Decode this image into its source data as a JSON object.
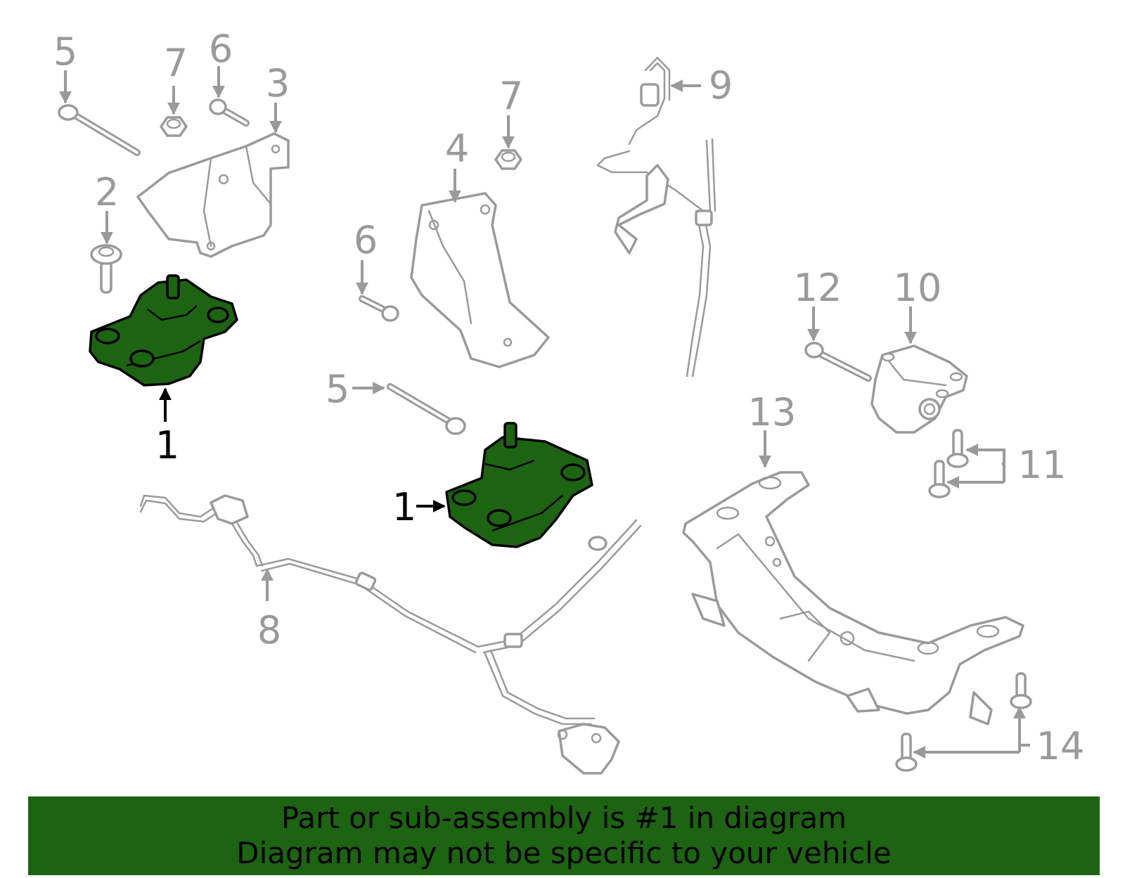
{
  "colors": {
    "highlight": "#1d6412",
    "line": "#9a9a9a",
    "banner": "#1d6412",
    "highlight_label": "#000000"
  },
  "callouts": [
    {
      "id": "c5a",
      "label": "5"
    },
    {
      "id": "c7a",
      "label": "7"
    },
    {
      "id": "c6a",
      "label": "6"
    },
    {
      "id": "c3",
      "label": "3"
    },
    {
      "id": "c2",
      "label": "2"
    },
    {
      "id": "c1a",
      "label": "1",
      "highlighted": true
    },
    {
      "id": "c7b",
      "label": "7"
    },
    {
      "id": "c4",
      "label": "4"
    },
    {
      "id": "c6b",
      "label": "6"
    },
    {
      "id": "c5b",
      "label": "5"
    },
    {
      "id": "c1b",
      "label": "1",
      "highlighted": true
    },
    {
      "id": "c9",
      "label": "9"
    },
    {
      "id": "c12",
      "label": "12"
    },
    {
      "id": "c10",
      "label": "10"
    },
    {
      "id": "c13",
      "label": "13"
    },
    {
      "id": "c11",
      "label": "11"
    },
    {
      "id": "c8",
      "label": "8"
    },
    {
      "id": "c14",
      "label": "14"
    }
  ],
  "banner": {
    "line1": "Part or sub-assembly is #1 in diagram",
    "line2": "Diagram may not be specific to your vehicle"
  }
}
